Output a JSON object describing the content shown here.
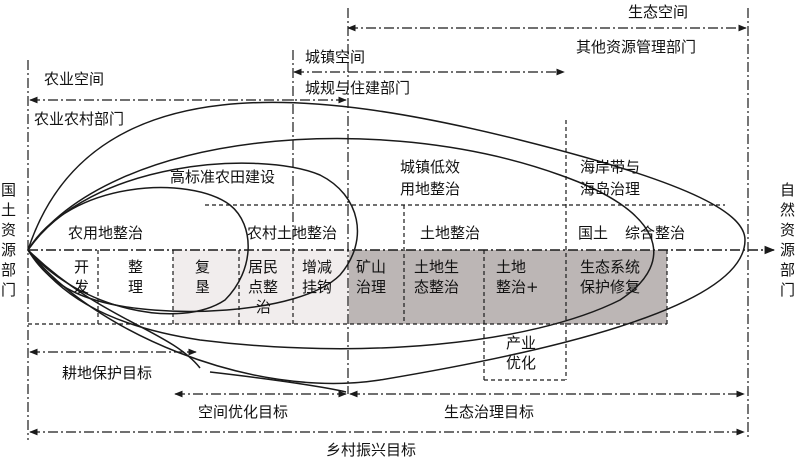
{
  "spans": {
    "eco_space": "生态空间",
    "other_dept": "其他资源管理部门",
    "urban_space": "城镇空间",
    "urban_dept": "城规与住建部门",
    "agri_space": "农业空间",
    "agri_dept": "农业农村部门",
    "farmland_goal": "耕地保护目标",
    "space_goal": "空间优化目标",
    "eco_goal": "生态治理目标",
    "rural_goal": "乡村振兴目标"
  },
  "side_labels": {
    "left": [
      "国",
      "土",
      "资",
      "源",
      "部",
      "门"
    ],
    "right": [
      "自",
      "然",
      "资",
      "源",
      "部",
      "门"
    ]
  },
  "regions": {
    "high_std": "高标准农田建设",
    "urban_low_lines": [
      "城镇低效",
      "用地整治"
    ],
    "coast_lines": [
      "海岸带与",
      "海岛治理"
    ],
    "farmland_rect": "农用地整治",
    "rural_land": "农村土地整治",
    "land_rect": "土地整治",
    "national_land": "国土",
    "comprehensive": "综合整治"
  },
  "cells": {
    "develop": [
      "开",
      "发"
    ],
    "arrange": [
      "整",
      "理"
    ],
    "reclaim": [
      "复",
      "垦"
    ],
    "resident": [
      "居民",
      "点整",
      "治"
    ],
    "hook": [
      "增减",
      "挂钩"
    ],
    "mine": [
      "矿山",
      "治理"
    ],
    "eco_land": [
      "土地生",
      "态整治"
    ],
    "land_plus": [
      "土地",
      "整治+"
    ],
    "eco_system": [
      "生态系统",
      "保护修复"
    ],
    "industry": [
      "产业",
      "优化"
    ]
  },
  "colors": {
    "light_fill": "#f1eded",
    "dark_fill": "#bcb6b5",
    "stroke": "#1a1a1a"
  }
}
